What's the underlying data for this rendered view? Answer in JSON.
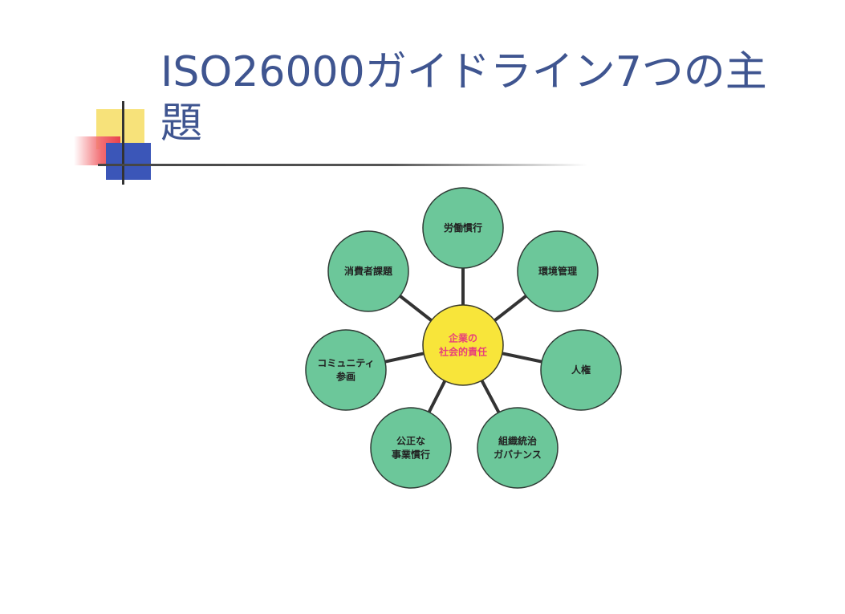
{
  "slide": {
    "title": "ISO26000ガイドライン7つの主題"
  },
  "diagram": {
    "center": {
      "lines": [
        "企業の",
        "社会的責任"
      ],
      "fill": "#f8e53a"
    },
    "node_fill": "#6cc79a",
    "nodes": [
      {
        "id": "labor",
        "lines": [
          "労働慣行"
        ]
      },
      {
        "id": "environment",
        "lines": [
          "環境管理"
        ]
      },
      {
        "id": "human-rights",
        "lines": [
          "人権"
        ]
      },
      {
        "id": "governance",
        "lines": [
          "組織統治",
          "ガバナンス"
        ]
      },
      {
        "id": "fair-practice",
        "lines": [
          "公正な",
          "事業慣行"
        ]
      },
      {
        "id": "community",
        "lines": [
          "コミュニティ",
          "参画"
        ]
      },
      {
        "id": "consumer",
        "lines": [
          "消費者課題"
        ]
      }
    ]
  }
}
